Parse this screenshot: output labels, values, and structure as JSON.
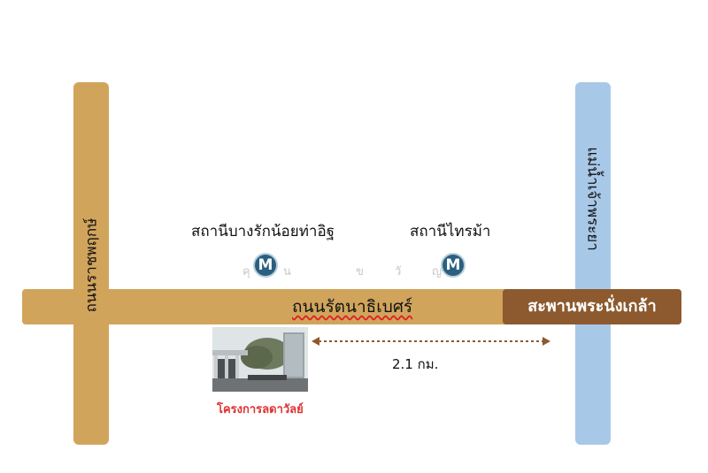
{
  "roads": {
    "left_road": "ถนนราชพฤกษ์",
    "right_road": "แม่น้ำเจ้าพระยา",
    "main_road": "ถนนรัตนาธิเบศร์",
    "bridge": "สะพานพระนั่งเกล้า"
  },
  "stations": [
    {
      "name": "สถานีบางรักน้อยท่าอิฐ",
      "icon": "metro-icon",
      "icon_letter": "M"
    },
    {
      "name": "สถานีไทรม้า",
      "icon": "metro-icon",
      "icon_letter": "M"
    }
  ],
  "faint_labels": [
    "คุ",
    "น",
    "ข",
    "วั",
    "ญ"
  ],
  "project": {
    "caption": "โครงการลดาวัลย์"
  },
  "distance": {
    "label": "2.1 กม."
  },
  "colors": {
    "road": "#d1a45c",
    "river": "#a8c8e8",
    "bridge": "#8c5a2e",
    "metro": "#2a5f7f",
    "caption": "#e03030",
    "distance_arrow": "#8c5a2e"
  }
}
